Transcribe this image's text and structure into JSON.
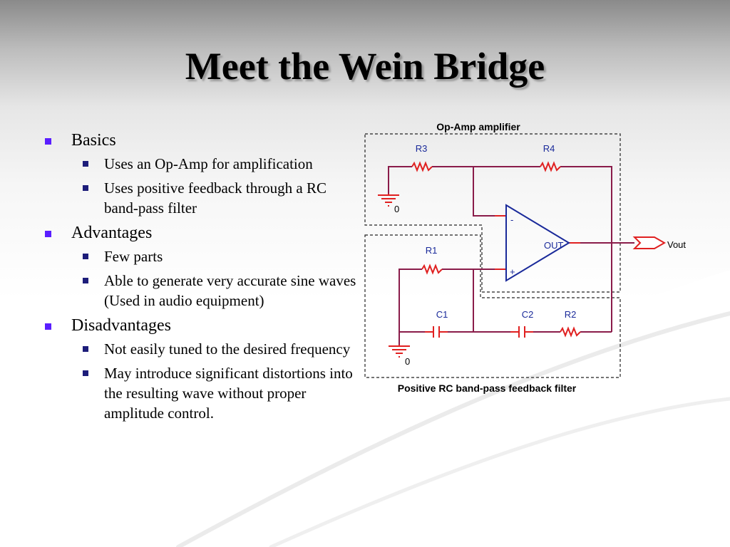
{
  "slide": {
    "title": "Meet the Wein Bridge"
  },
  "bullets": {
    "basics": "Basics",
    "basics_1": "Uses an Op-Amp for amplification",
    "basics_2": "Uses positive feedback through a RC band-pass filter",
    "advantages": "Advantages",
    "advantages_1": "Few parts",
    "advantages_2": "Able to generate very accurate sine waves (Used in audio equipment)",
    "disadvantages": "Disadvantages",
    "disadvantages_1": "Not easily tuned to the desired frequency",
    "disadvantages_2": "May introduce significant distortions into the resulting wave without proper amplitude control."
  },
  "circuit": {
    "opamp_box_label": "Op-Amp amplifier",
    "filter_box_label": "Positive RC band-pass feedback filter",
    "r3": "R3",
    "r4": "R4",
    "r1": "R1",
    "r2": "R2",
    "c1": "C1",
    "c2": "C2",
    "out_pin": "OUT",
    "minus_pin": "-",
    "plus_pin": "+",
    "ground_top": "0",
    "ground_bottom": "0",
    "vout": "Vout",
    "colors": {
      "wire": "#8a1c4a",
      "component": "#e02020"
    }
  }
}
